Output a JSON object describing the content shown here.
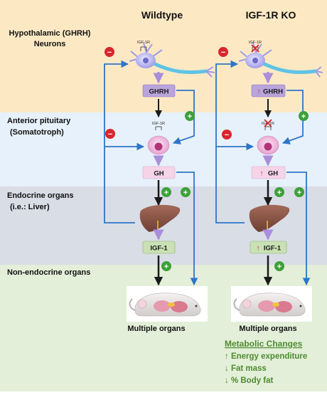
{
  "columns": {
    "left_title": "Wildtype",
    "right_title": "IGF-1R KO"
  },
  "bands": {
    "hypothalamic": "Hypothalamic (GHRH)",
    "hypothalamic_2": "Neurons",
    "pituitary": "Anterior pituitary",
    "pituitary_2": "(Somatotroph)",
    "endocrine": "Endocrine organs",
    "endocrine_2": "(i.e.: Liver)",
    "nonendocrine": "Non-endocrine organs"
  },
  "receptor": {
    "label": "IGF-1R"
  },
  "boxes": {
    "ghrh": "GHRH",
    "gh": "GH",
    "igf1": "IGF-1"
  },
  "ko_marks": {
    "up": "↑"
  },
  "signs": {
    "plus": "+",
    "minus": "−"
  },
  "organs": {
    "label": "Multiple organs"
  },
  "metabolic": {
    "title": "Metabolic Changes",
    "line1": "↑ Energy expenditure",
    "line2": "↓ Fat mass",
    "line3": "↓ % Body fat"
  },
  "colors": {
    "band_hypothalamic": "#fce9c4",
    "band_pituitary": "#e7f1fb",
    "band_endocrine": "#d9dde6",
    "band_nonendocrine": "#e3efd8",
    "box_ghrh": "#b9a4dc",
    "box_gh": "#f6d4e8",
    "box_igf1": "#c9e1b4",
    "feedback_line": "#2e75c6",
    "plus_circle": "#3ea03a",
    "minus_circle": "#d9262d",
    "metabolic_text": "#4d8b2f"
  }
}
